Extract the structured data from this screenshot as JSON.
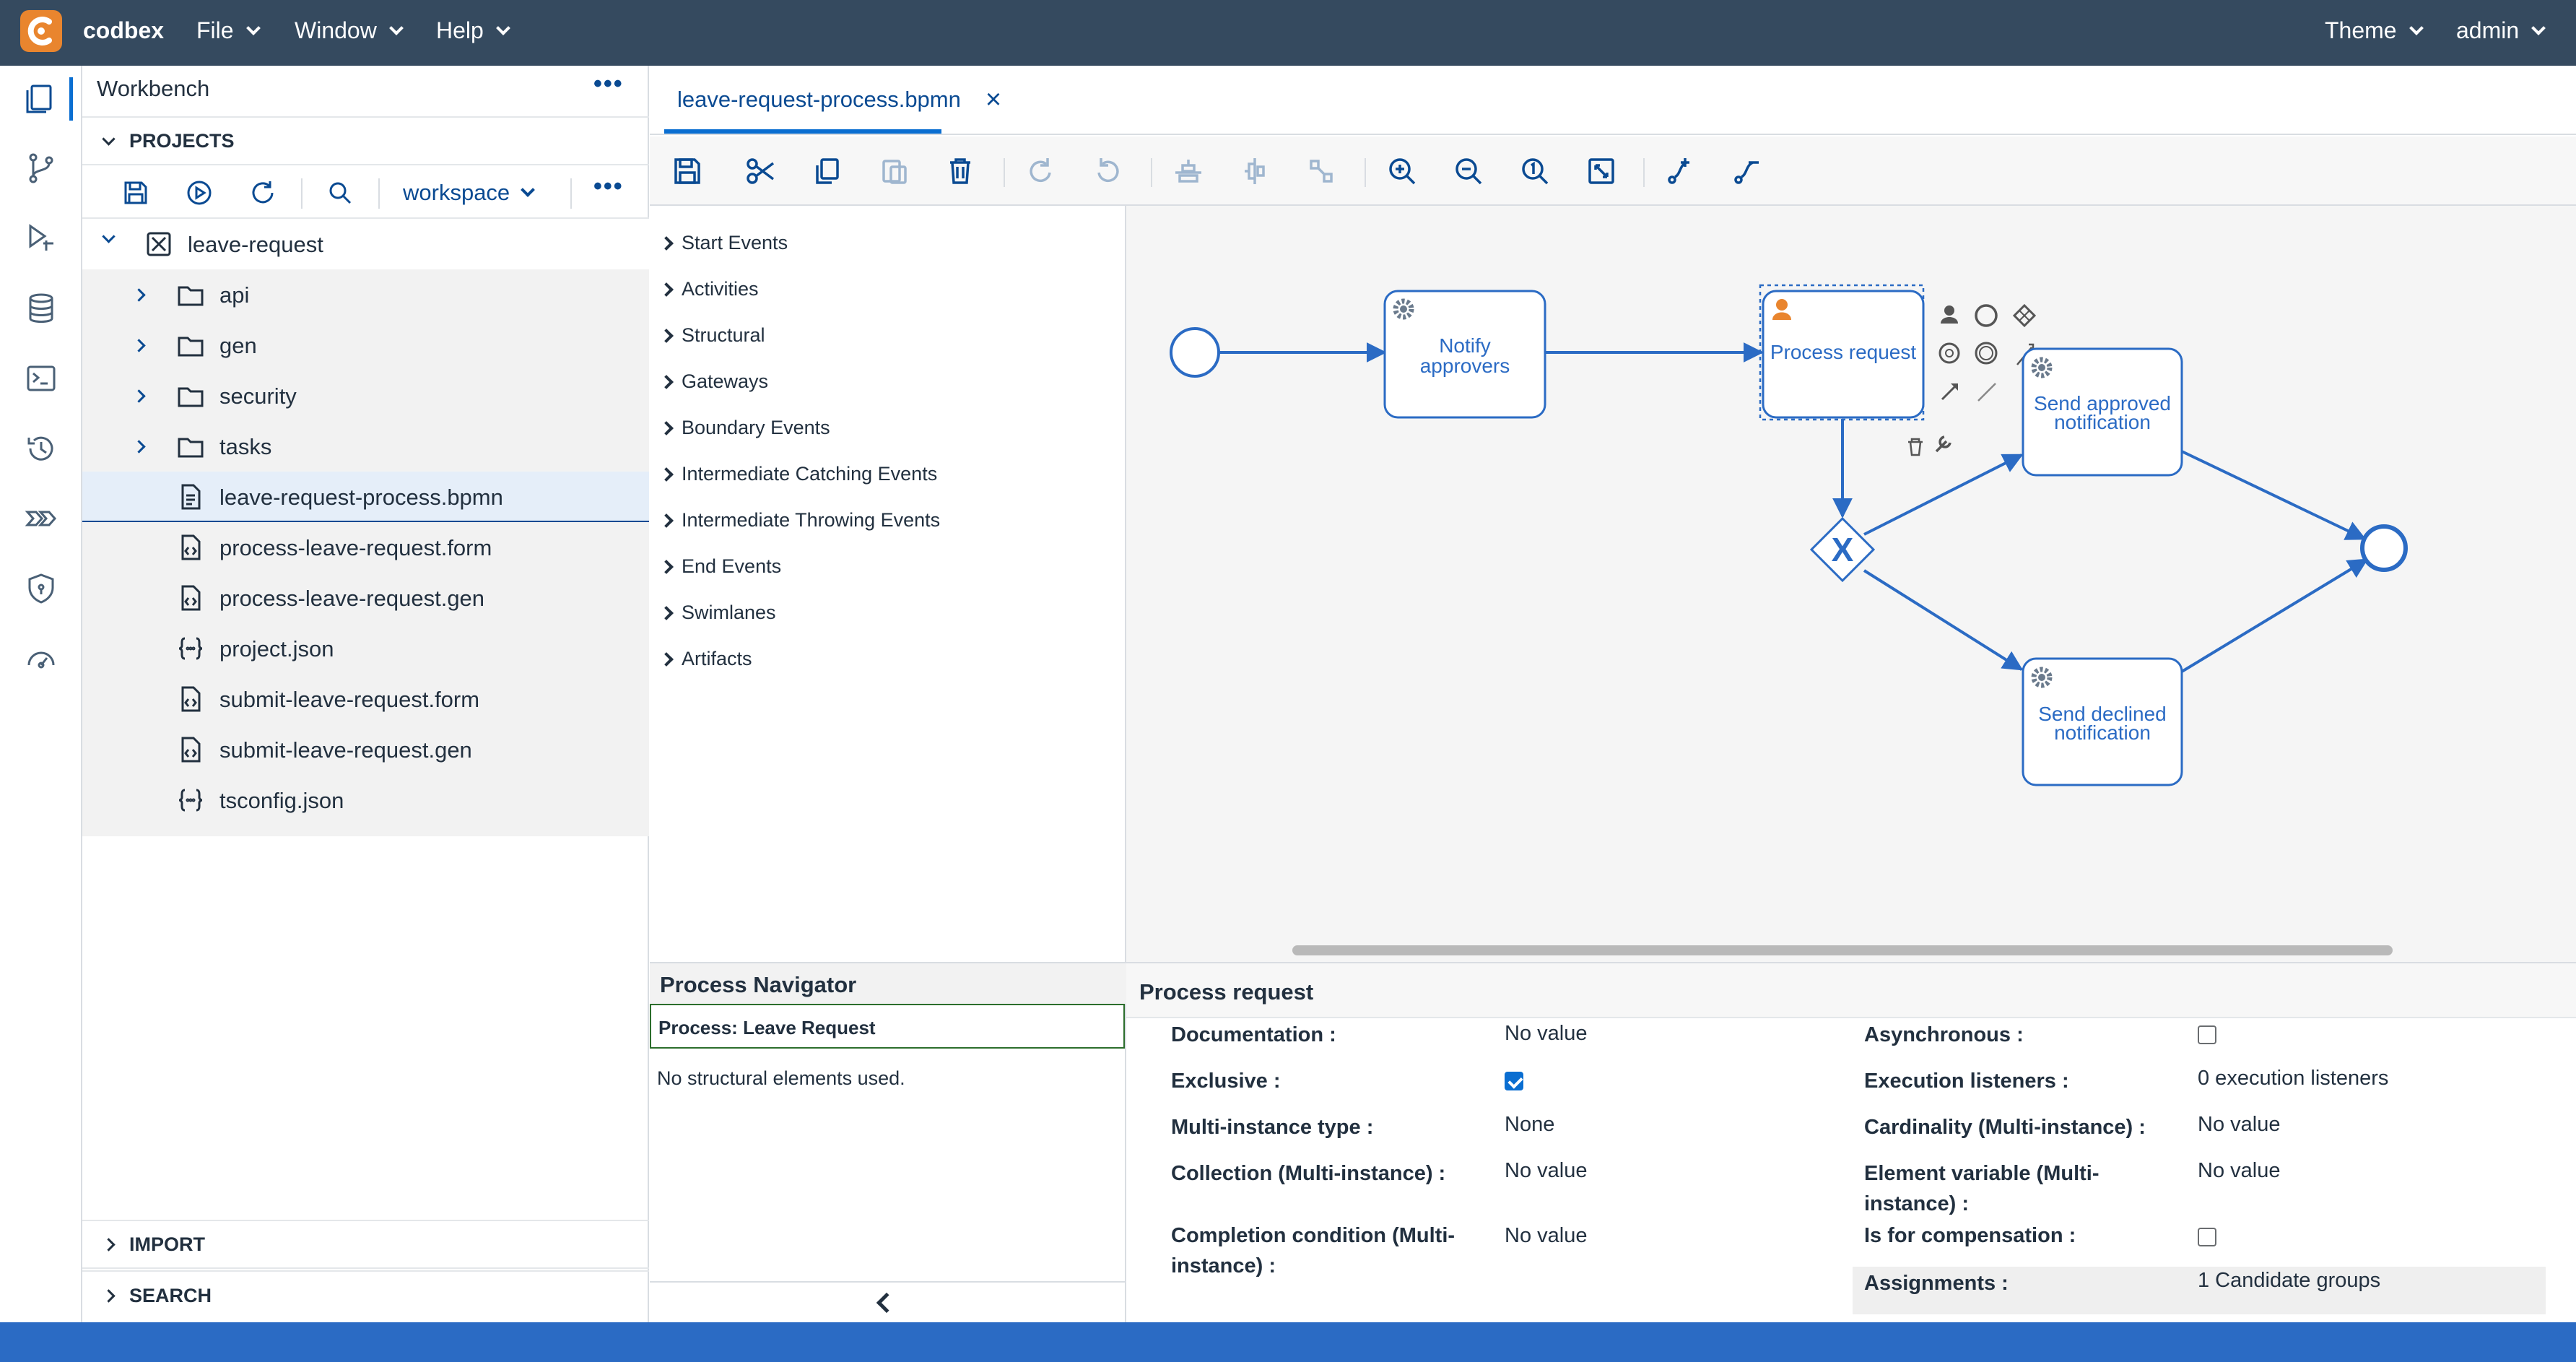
{
  "topbar": {
    "brand": "codbex",
    "menus": [
      {
        "label": "File"
      },
      {
        "label": "Window"
      },
      {
        "label": "Help"
      }
    ],
    "right_menus": [
      {
        "label": "Theme"
      },
      {
        "label": "admin"
      }
    ]
  },
  "explorer": {
    "title": "Workbench",
    "projects_header": "PROJECTS",
    "workspace_select": "workspace",
    "root": "leave-request",
    "items": [
      {
        "label": "api",
        "type": "folder"
      },
      {
        "label": "gen",
        "type": "folder"
      },
      {
        "label": "security",
        "type": "folder"
      },
      {
        "label": "tasks",
        "type": "folder"
      },
      {
        "label": "leave-request-process.bpmn",
        "type": "bpmn"
      },
      {
        "label": "process-leave-request.form",
        "type": "file"
      },
      {
        "label": "process-leave-request.gen",
        "type": "file"
      },
      {
        "label": "project.json",
        "type": "json"
      },
      {
        "label": "submit-leave-request.form",
        "type": "file"
      },
      {
        "label": "submit-leave-request.gen",
        "type": "file"
      },
      {
        "label": "tsconfig.json",
        "type": "json"
      }
    ],
    "import_header": "IMPORT",
    "search_header": "SEARCH"
  },
  "editor": {
    "tab": {
      "label": "leave-request-process.bpmn"
    },
    "palette": [
      "Start Events",
      "Activities",
      "Structural",
      "Gateways",
      "Boundary Events",
      "Intermediate Catching Events",
      "Intermediate Throwing Events",
      "End Events",
      "Swimlanes",
      "Artifacts"
    ],
    "diagram": {
      "tasks": {
        "notify_line1": "Notify",
        "notify_line2": "approvers",
        "process": "Process request",
        "approved_line1": "Send approved",
        "approved_line2": "notification",
        "declined_line1": "Send declined",
        "declined_line2": "notification"
      },
      "gateway_mark": "X"
    }
  },
  "navigator": {
    "title": "Process Navigator",
    "selected": "Process: Leave Request",
    "message": "No structural elements used."
  },
  "properties": {
    "title": "Process request",
    "left": [
      {
        "label": "Documentation :",
        "value": "No value"
      },
      {
        "label": "Exclusive :",
        "value": ""
      },
      {
        "label": "Multi-instance type :",
        "value": "None"
      },
      {
        "label": "Collection (Multi-instance) :",
        "value": "No value"
      },
      {
        "label": "Completion condition (Multi-instance) :",
        "value": "No value"
      }
    ],
    "right": [
      {
        "label": "Asynchronous :",
        "value": ""
      },
      {
        "label": "Execution listeners :",
        "value": "0 execution listeners"
      },
      {
        "label": "Cardinality (Multi-instance) :",
        "value": "No value"
      },
      {
        "label": "Element variable (Multi-instance) :",
        "value": "No value"
      },
      {
        "label": "Is for compensation :",
        "value": ""
      },
      {
        "label": "Assignments :",
        "value": "1 Candidate groups"
      }
    ],
    "exclusive_checked": true,
    "asynchronous_checked": false,
    "compensation_checked": false
  },
  "colors": {
    "topbar": "#354a5f",
    "accent": "#0a6ed1",
    "brand_orange": "#e9852e",
    "diagram_blue": "#2b6bc4",
    "statusbar": "#2b6bc4"
  }
}
